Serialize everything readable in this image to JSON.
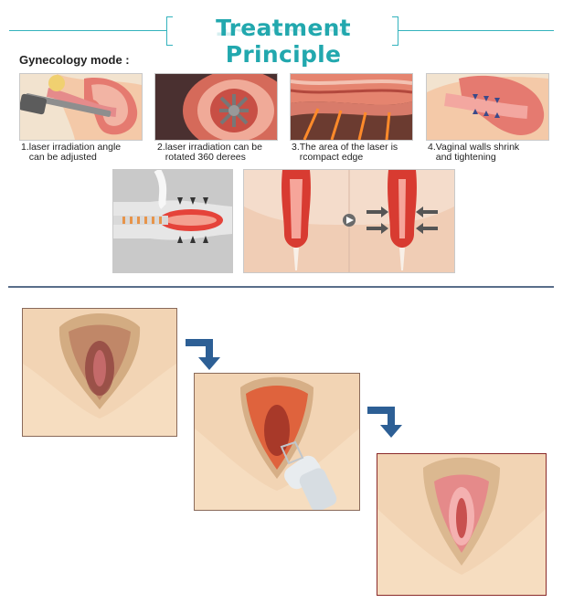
{
  "header": {
    "title": "Treatment Principle",
    "subtitle": "Gynecology mode :"
  },
  "steps": [
    {
      "caption": "1.laser irradiation angle\n   can be adjusted"
    },
    {
      "caption": "2.laser irradiation can be\n   rotated 360 derees"
    },
    {
      "caption": "3.The area of the laser is\n   rcompact edge"
    },
    {
      "caption": "4.Vaginal walls shrink\n   and tightening"
    }
  ],
  "colors": {
    "accent": "#22a8ae",
    "separator": "#5a6e8a",
    "arrow": "#2d5f95",
    "tissue": "#d9433a"
  }
}
